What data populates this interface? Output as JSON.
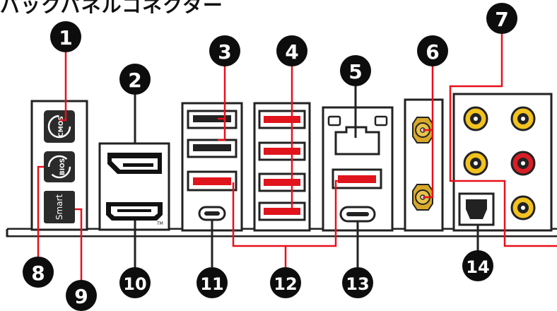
{
  "title": "バックパネルコネクター",
  "callouts": [
    "1",
    "2",
    "3",
    "4",
    "5",
    "6",
    "7",
    "8",
    "9",
    "10",
    "11",
    "12",
    "13",
    "14"
  ],
  "button_labels": {
    "clear_cmos": "CMOS",
    "flash_bios": "BIOS",
    "smart": "Smart"
  },
  "hdmi_mark": "TM",
  "colors": {
    "callout_fill": "#0d0d0d",
    "leader_line": "#e8101a",
    "usb_red": "#e0141c",
    "usb_black": "#222222",
    "panel_stroke": "#222222",
    "antenna_gold": "#d9a82a",
    "audio_yellow": "#f2c21e",
    "audio_red": "#d81e26"
  }
}
